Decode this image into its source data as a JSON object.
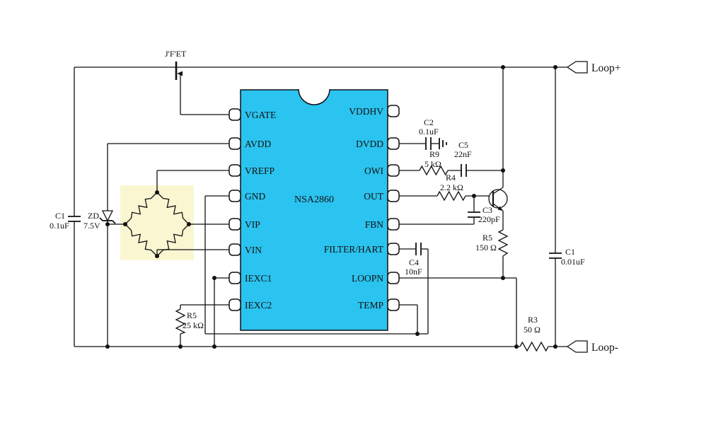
{
  "ic": {
    "name": "NSA2860",
    "left_pins": [
      "VGATE",
      "AVDD",
      "VREFP",
      "GND",
      "VIP",
      "VIN",
      "IEXC1",
      "IEXC2"
    ],
    "right_pins": [
      "VDDHV",
      "DVDD",
      "OWI",
      "OUT",
      "FBN",
      "FILTER/HART",
      "LOOPN",
      "TEMP"
    ]
  },
  "components": {
    "jfet_label": "J'F'ET",
    "c1_left": {
      "ref": "C1",
      "value": "0.1uF"
    },
    "zd": {
      "ref": "ZD",
      "value": "7.5V"
    },
    "r5_bridge": {
      "ref": "R5",
      "value": "25 kΩ"
    },
    "c2": {
      "ref": "C2",
      "value": "0.1uF"
    },
    "r9": {
      "ref": "R9",
      "value": "5 kΩ"
    },
    "c5": {
      "ref": "C5",
      "value": "22nF"
    },
    "r4": {
      "ref": "R4",
      "value": "2.2 kΩ"
    },
    "c3": {
      "ref": "C3",
      "value": "220pF"
    },
    "r5_emitter": {
      "ref": "R5",
      "value": "150 Ω"
    },
    "c4": {
      "ref": "C4",
      "value": "10nF"
    },
    "c1_right": {
      "ref": "C1",
      "value": "0.01uF"
    },
    "r3": {
      "ref": "R3",
      "value": "50 Ω"
    }
  },
  "terminals": {
    "loop_plus": "Loop+",
    "loop_minus": "Loop-"
  },
  "colors": {
    "ic_fill": "#2BC3EF",
    "bridge_highlight": "#FAF6D2",
    "wire": "#111111"
  }
}
